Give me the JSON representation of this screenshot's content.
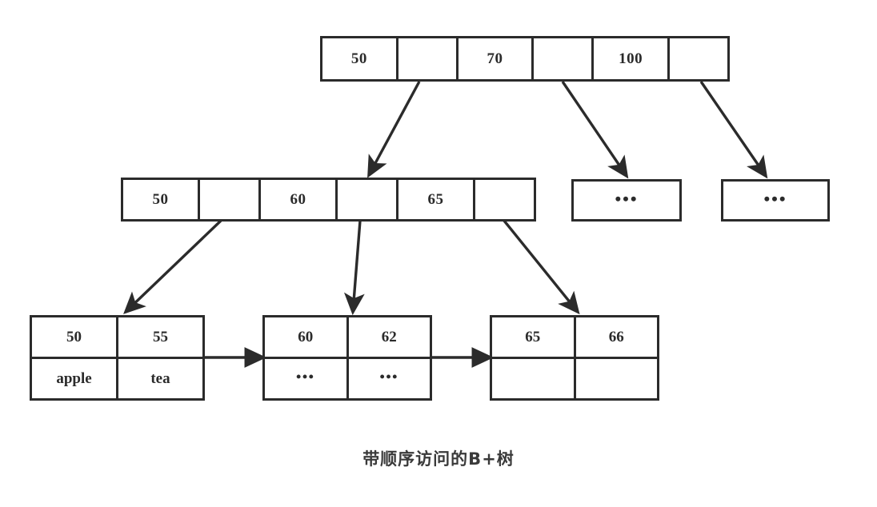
{
  "figure": {
    "caption": "带顺序访问的B+树",
    "background_color": "#ffffff",
    "line_color": "#2b2b2b",
    "text_color": "#2b2b2b"
  },
  "root": {
    "cells": [
      {
        "type": "key",
        "label": "50"
      },
      {
        "type": "pointer",
        "label": ""
      },
      {
        "type": "key",
        "label": "70"
      },
      {
        "type": "pointer",
        "label": ""
      },
      {
        "type": "key",
        "label": "100"
      },
      {
        "type": "pointer",
        "label": ""
      }
    ]
  },
  "internal": {
    "cells": [
      {
        "type": "key",
        "label": "50"
      },
      {
        "type": "pointer",
        "label": ""
      },
      {
        "type": "key",
        "label": "60"
      },
      {
        "type": "pointer",
        "label": ""
      },
      {
        "type": "key",
        "label": "65"
      },
      {
        "type": "pointer",
        "label": ""
      }
    ]
  },
  "internal_placeholders": [
    {
      "label": "•••"
    },
    {
      "label": "•••"
    }
  ],
  "leaves": [
    {
      "keys": [
        "50",
        "55"
      ],
      "values": [
        "apple",
        "tea"
      ]
    },
    {
      "keys": [
        "60",
        "62"
      ],
      "values": [
        "•••",
        "•••"
      ]
    },
    {
      "keys": [
        "65",
        "66"
      ],
      "values": [
        "",
        ""
      ]
    }
  ]
}
